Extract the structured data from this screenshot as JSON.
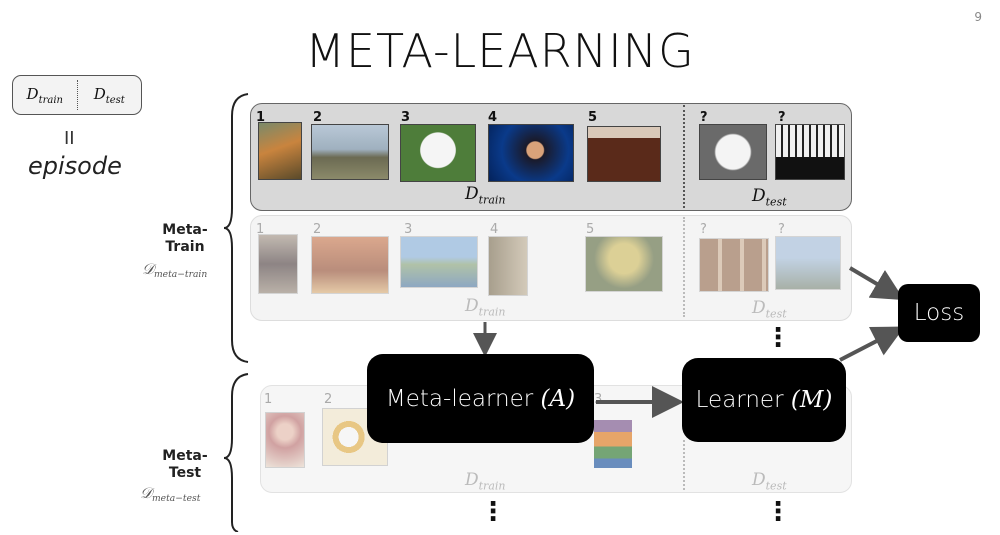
{
  "slide": {
    "page_number": "9",
    "title": "META-LEARNING"
  },
  "episode_def": {
    "d_train": "D",
    "d_train_sub": "train",
    "d_test": "D",
    "d_test_sub": "test",
    "equals": "II",
    "label": "episode"
  },
  "meta_train": {
    "label_line1": "Meta-",
    "label_line2": "Train",
    "dataset_sym": "𝒟",
    "dataset_sub": "meta−train"
  },
  "meta_test": {
    "label_line1": "Meta-",
    "label_line2": "Test",
    "dataset_sym": "𝒟",
    "dataset_sub": "meta−test"
  },
  "episode1": {
    "numbers": [
      "1",
      "2",
      "3",
      "4",
      "5"
    ],
    "test_marks": [
      "?",
      "?"
    ],
    "d_train": "D",
    "d_train_sub": "train",
    "d_test": "D",
    "d_test_sub": "test"
  },
  "episode2": {
    "numbers": [
      "1",
      "2",
      "3",
      "4",
      "5"
    ],
    "test_marks": [
      "?",
      "?"
    ],
    "d_train": "D",
    "d_train_sub": "train",
    "d_test": "D",
    "d_test_sub": "test"
  },
  "episode3": {
    "numbers": [
      "1",
      "2",
      "3"
    ],
    "d_train": "D",
    "d_train_sub": "train",
    "d_test": "D",
    "d_test_sub": "test"
  },
  "boxes": {
    "meta_learner_text": "Meta-learner ",
    "meta_learner_sym": "(A)",
    "learner_text": "Learner ",
    "learner_sym": "(M)",
    "loss": "Loss"
  },
  "continuation": {
    "ellipsis": "⋮"
  }
}
